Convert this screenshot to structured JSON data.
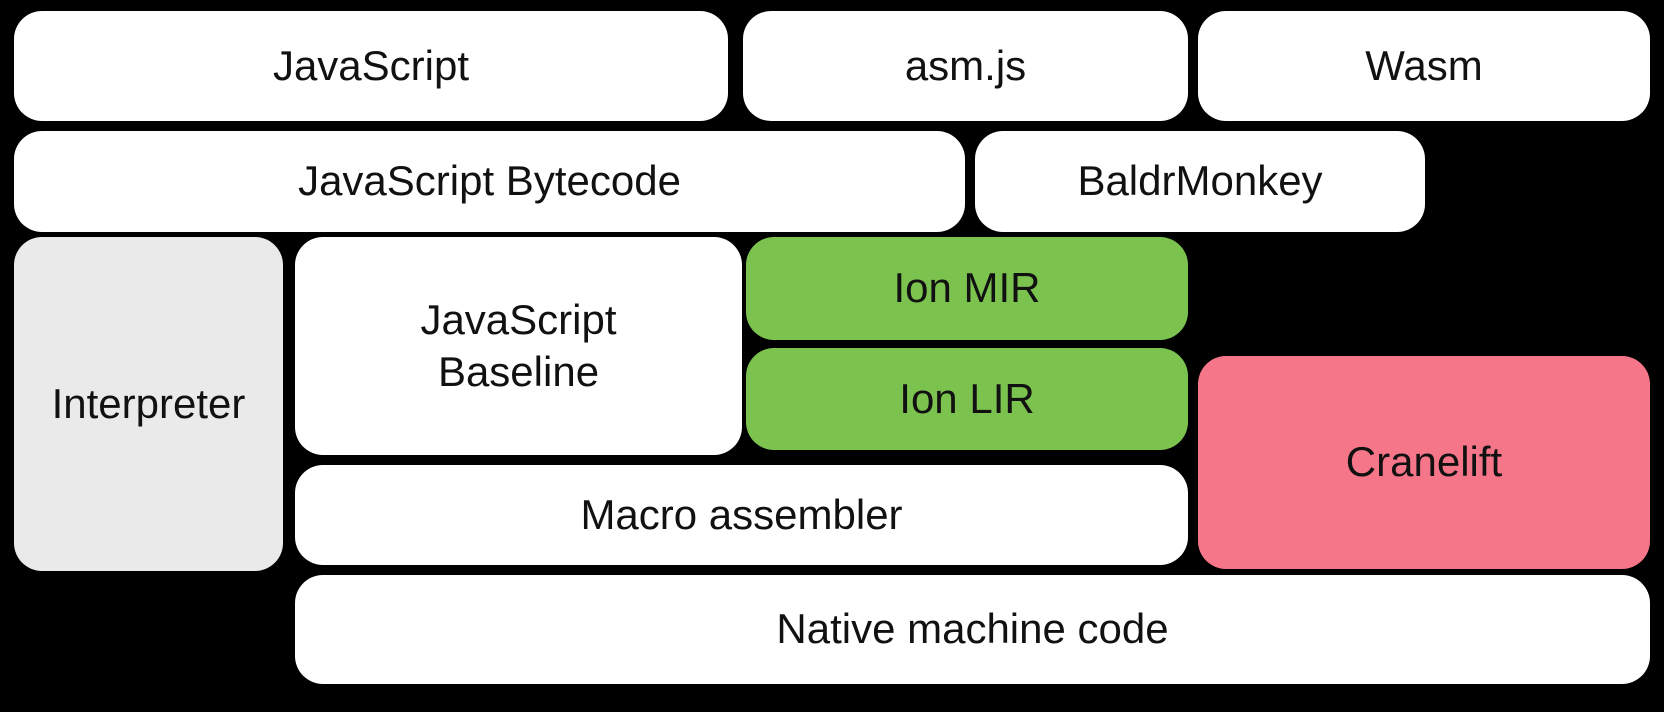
{
  "colors": {
    "background": "#000000",
    "box_white": "#ffffff",
    "box_gray": "#eaeaea",
    "box_green": "#7cc24e",
    "box_pink": "#f67689",
    "text": "#111111"
  },
  "nodes": {
    "javascript": {
      "label": "JavaScript"
    },
    "asmjs": {
      "label": "asm.js"
    },
    "wasm": {
      "label": "Wasm"
    },
    "js_bytecode": {
      "label": "JavaScript Bytecode"
    },
    "baldrmonkey": {
      "label": "BaldrMonkey"
    },
    "interpreter": {
      "label": "Interpreter"
    },
    "js_baseline": {
      "label": "JavaScript Baseline",
      "lines": [
        "JavaScript",
        "Baseline"
      ]
    },
    "ion_mir": {
      "label": "Ion MIR"
    },
    "ion_lir": {
      "label": "Ion LIR"
    },
    "cranelift": {
      "label": "Cranelift"
    },
    "macro_assembler": {
      "label": "Macro assembler"
    },
    "native_code": {
      "label": "Native machine code"
    }
  }
}
